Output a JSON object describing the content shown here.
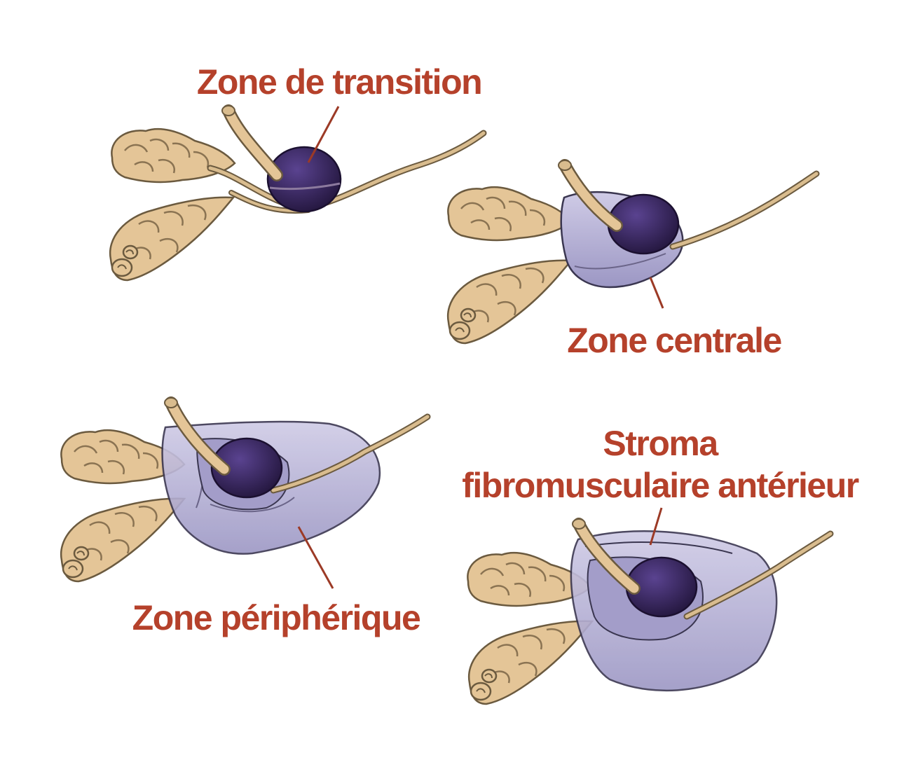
{
  "labels": {
    "transition": "Zone de transition",
    "centrale": "Zone centrale",
    "peripherique": "Zone périphérique",
    "stroma_line1": "Stroma",
    "stroma_line2": "fibromusculaire antérieur"
  },
  "colors": {
    "label": "#b5412b",
    "leader": "#9c3a26",
    "vesicle_fill": "#e4c597",
    "vesicle_line": "#6b5a3f",
    "duct_fill": "#d9bc8e",
    "transition_fill": "#3f2a66",
    "zone_fill": "#b9b4d8",
    "zone_line": "#3a3650"
  }
}
